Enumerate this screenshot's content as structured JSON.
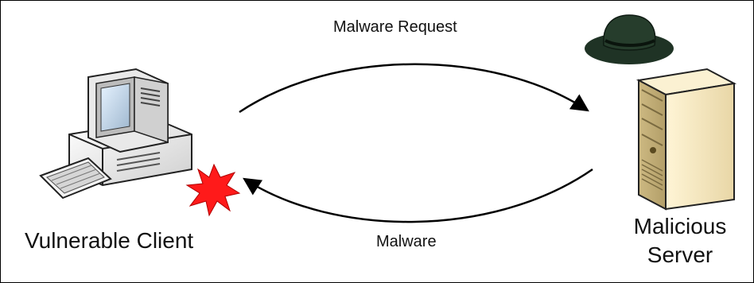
{
  "diagram": {
    "request_label": "Malware Request",
    "response_label": "Malware",
    "client_label": "Vulnerable Client",
    "server_label_line1": "Malicious",
    "server_label_line2": "Server"
  },
  "colors": {
    "arrow": "#000000",
    "starburst": "#ff1a1a",
    "server_body": "#f2e6c2",
    "hat": "#1f3325"
  },
  "icons": [
    "computer-icon",
    "keyboard-icon",
    "starburst-icon",
    "hat-icon",
    "server-icon"
  ]
}
